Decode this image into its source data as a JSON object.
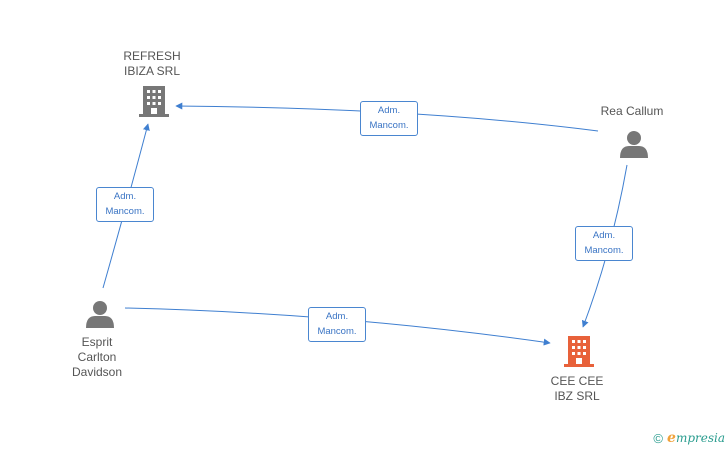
{
  "nodes": {
    "refresh": {
      "lines": [
        "REFRESH",
        "IBIZA SRL"
      ],
      "icon": "building-icon",
      "color": "#777777"
    },
    "cee": {
      "lines": [
        "CEE CEE",
        "IBZ SRL"
      ],
      "icon": "building-icon",
      "color": "#e8613a"
    },
    "rea": {
      "lines": [
        "Rea Callum"
      ],
      "icon": "person-icon",
      "color": "#777777"
    },
    "esprit": {
      "lines": [
        "Esprit",
        "Carlton",
        "Davidson"
      ],
      "icon": "person-icon",
      "color": "#777777"
    }
  },
  "edges": [
    {
      "from": "rea",
      "to": "refresh",
      "label": [
        "Adm.",
        "Mancom."
      ]
    },
    {
      "from": "esprit",
      "to": "refresh",
      "label": [
        "Adm.",
        "Mancom."
      ]
    },
    {
      "from": "rea",
      "to": "cee",
      "label": [
        "Adm.",
        "Mancom."
      ]
    },
    {
      "from": "esprit",
      "to": "cee",
      "label": [
        "Adm.",
        "Mancom."
      ]
    }
  ],
  "colors": {
    "edge": "#3f7fd0",
    "label_text": "#3a74c4"
  },
  "brand": {
    "copyright": "©",
    "initial": "e",
    "rest": "mpresia"
  }
}
